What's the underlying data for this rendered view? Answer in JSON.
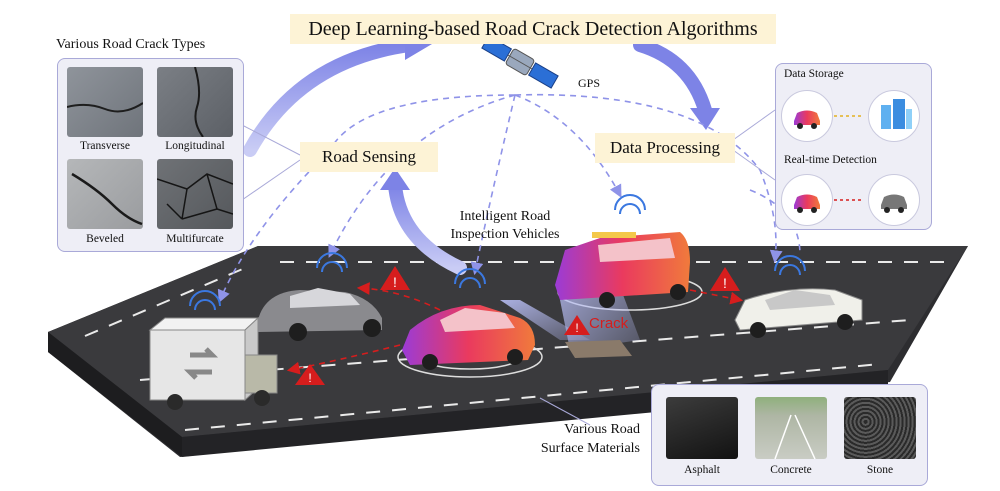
{
  "title": "Deep Learning-based Road Crack Detection Algorithms",
  "stages": {
    "road_sensing": "Road Sensing",
    "data_processing": "Data Processing"
  },
  "gps_label": "GPS",
  "vehicles_label": {
    "line1": "Intelligent Road",
    "line2": "Inspection Vehicles"
  },
  "crack_label": "Crack",
  "crack_types": {
    "title": "Various Road Crack Types",
    "items": [
      "Transverse",
      "Longitudinal",
      "Beveled",
      "Multifurcate"
    ]
  },
  "processing_panel": {
    "data_storage": "Data Storage",
    "realtime_detection": "Real-time Detection"
  },
  "materials": {
    "label_line1": "Various Road",
    "label_line2": "Surface Materials",
    "items": [
      "Asphalt",
      "Concrete",
      "Stone"
    ]
  },
  "colors": {
    "accent_red": "#d61d1d",
    "arrow_blue": "#8f93e8",
    "title_highlight": "#fdf3d6",
    "panel_border": "#a9a9d8",
    "road": "#3a3a3d"
  }
}
